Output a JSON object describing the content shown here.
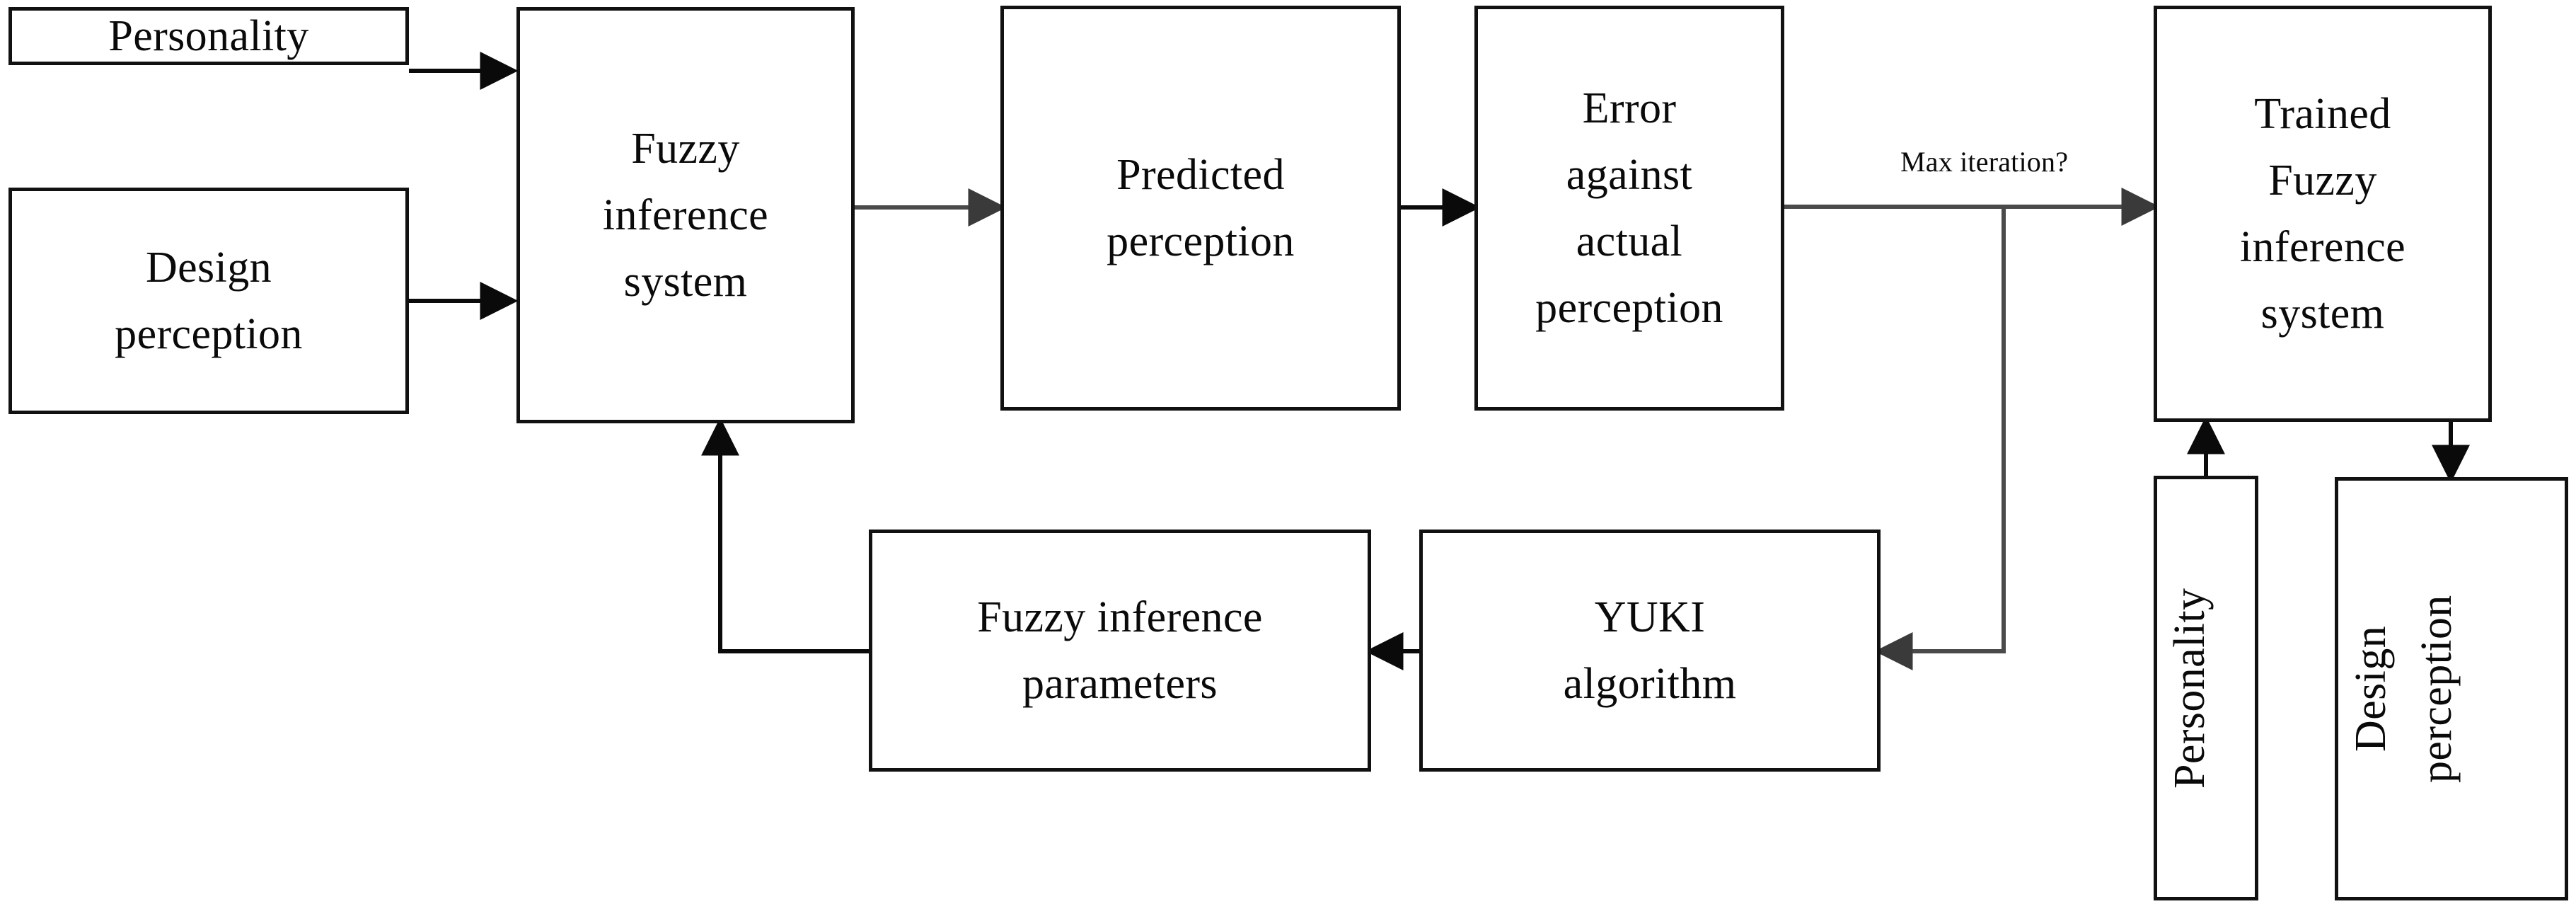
{
  "diagram": {
    "title": "Fuzzy inference system training flowchart",
    "background": "#ffffff",
    "stroke_color": "#111111",
    "text_color": "#0a0a0a",
    "nodes": {
      "personality_in": {
        "label": "Personality"
      },
      "design_perception_in": {
        "label": "Design\nperception"
      },
      "fuzzy_inference_system": {
        "label": "Fuzzy\ninference\nsystem"
      },
      "predicted_perception": {
        "label": "Predicted\nperception"
      },
      "error_against_actual": {
        "label": "Error\nagainst\nactual\nperception"
      },
      "trained_fis": {
        "label": "Trained\nFuzzy\ninference\nsystem"
      },
      "fuzzy_inference_parameters": {
        "label": "Fuzzy inference\nparameters"
      },
      "yuki_algorithm": {
        "label": "YUKI\nalgorithm"
      },
      "personality_out": {
        "label": "Personality"
      },
      "design_perception_out": {
        "label": "Design\nperception"
      }
    },
    "edges": [
      {
        "name": "personality-to-fis",
        "label": ""
      },
      {
        "name": "design-perception-to-fis",
        "label": ""
      },
      {
        "name": "fis-to-predicted",
        "label": ""
      },
      {
        "name": "predicted-to-error",
        "label": ""
      },
      {
        "name": "error-to-trained-fis",
        "label": "Max iteration?"
      },
      {
        "name": "error-branch-to-yuki",
        "label": ""
      },
      {
        "name": "yuki-to-parameters",
        "label": ""
      },
      {
        "name": "parameters-to-fis",
        "label": ""
      },
      {
        "name": "personality-out-to-trained-fis",
        "label": ""
      },
      {
        "name": "trained-fis-to-design-perception-out",
        "label": ""
      }
    ],
    "edge_labels": {
      "max_iteration": "Max iteration?"
    }
  }
}
